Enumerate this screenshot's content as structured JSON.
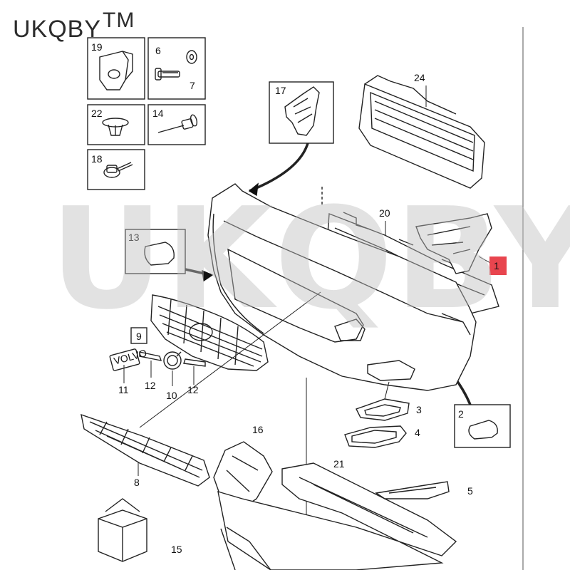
{
  "brand": {
    "name": "UKQBY",
    "tm": "TM"
  },
  "watermark": "UKQBYTM",
  "labels": {
    "p1": "1",
    "p2": "2",
    "p3": "3",
    "p4": "4",
    "p5": "5",
    "p6": "6",
    "p7": "7",
    "p8": "8",
    "p9": "9",
    "p10": "10",
    "p11": "11",
    "p12a": "12",
    "p12b": "12",
    "p13": "13",
    "p14": "14",
    "p15": "15",
    "p16": "16",
    "p17": "17",
    "p18": "18",
    "p19": "19",
    "p20": "20",
    "p21": "21",
    "p22": "22",
    "p24": "24"
  },
  "colors": {
    "highlight": "#e8454e",
    "line": "#222222",
    "watermark": "#bebebe"
  },
  "emblem_text": "VOLVO"
}
